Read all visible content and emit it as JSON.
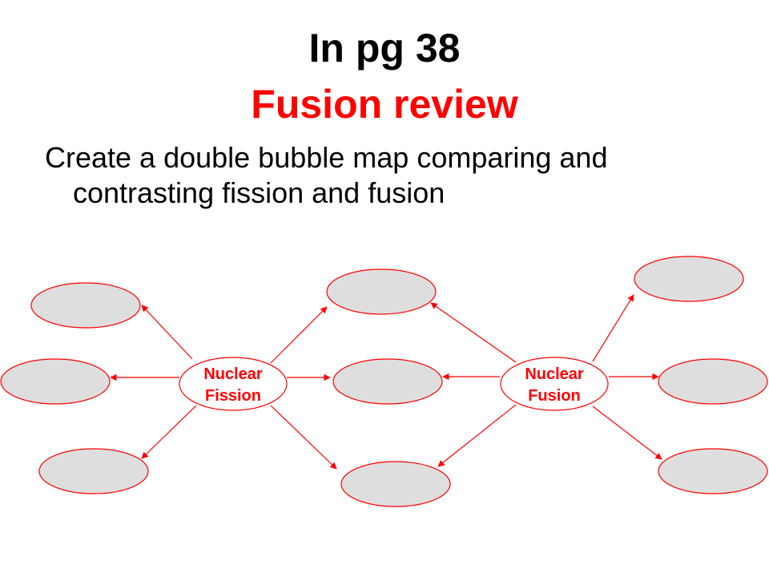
{
  "slide": {
    "title_line1": "In pg 38",
    "title_line2": "Fusion review",
    "instruction_line1": "Create a double bubble map comparing and",
    "instruction_line2": "contrasting fission and fusion"
  },
  "colors": {
    "accent": "#ff0000",
    "bubble_fill": "#dedede",
    "text": "#000000"
  },
  "diagram": {
    "type": "double-bubble-map",
    "centers": [
      {
        "name": "fission",
        "label_line1": "Nuclear",
        "label_line2": "Fission"
      },
      {
        "name": "fusion",
        "label_line1": "Nuclear",
        "label_line2": "Fusion"
      }
    ],
    "left_only_bubbles": 3,
    "shared_bubbles": 3,
    "right_only_bubbles": 3
  }
}
